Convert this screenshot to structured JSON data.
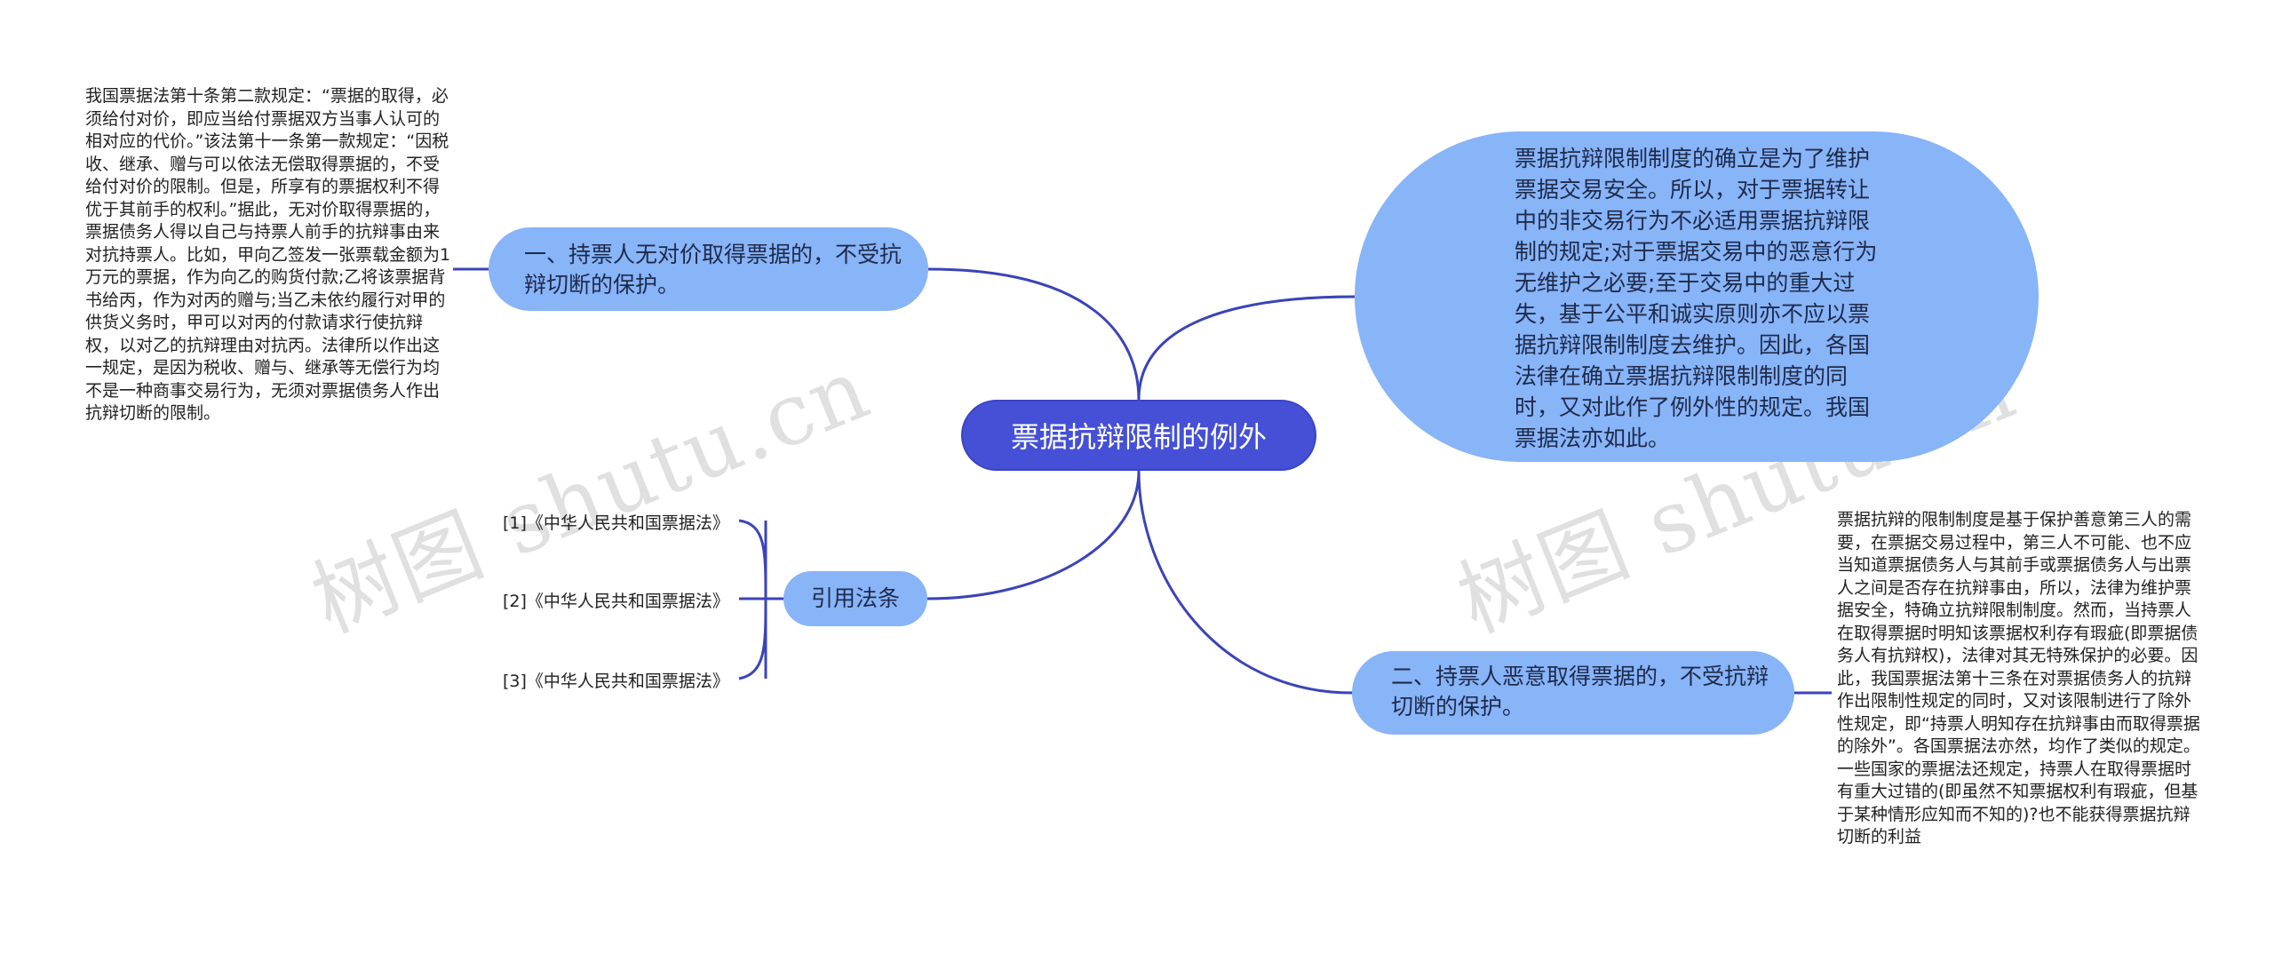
{
  "root": {
    "title": "票据抗辩限制的例外"
  },
  "branches": {
    "b1": {
      "label": "一、持票人无对价取得票据的，不受抗辩切断的保护。"
    },
    "b2": {
      "label": "票据抗辩限制制度的确立是为了维护票据交易安全。所以，对于票据转让中的非交易行为不必适用票据抗辩限制的规定;对于票据交易中的恶意行为无维护之必要;至于交易中的重大过失，基于公平和诚实原则亦不应以票据抗辩限制制度去维护。因此，各国法律在确立票据抗辩限制制度的同时，又对此作了例外性的规定。我国票据法亦如此。"
    },
    "b3": {
      "label": "引用法条"
    },
    "b4": {
      "label": "二、持票人恶意取得票据的，不受抗辩切断的保护。"
    }
  },
  "leaves": {
    "t1": "我国票据法第十条第二款规定：“票据的取得，必须给付对价，即应当给付票据双方当事人认可的相对应的代价。”该法第十一条第一款规定：“因税收、继承、赠与可以依法无偿取得票据的，不受给付对价的限制。但是，所享有的票据权利不得优于其前手的权利。”据此，无对价取得票据的，票据债务人得以自己与持票人前手的抗辩事由来对抗持票人。比如，甲向乙签发一张票载金额为1万元的票据，作为向乙的购货付款;乙将该票据背书给丙，作为对丙的赠与;当乙未依约履行对甲的供货义务时，甲可以对丙的付款请求行使抗辩权，以对乙的抗辩理由对抗丙。法律所以作出这一规定，是因为税收、赠与、继承等无偿行为均不是一种商事交易行为，无须对票据债务人作出抗辩切断的限制。",
    "t2": "票据抗辩的限制制度是基于保护善意第三人的需要，在票据交易过程中，第三人不可能、也不应当知道票据债务人与其前手或票据债务人与出票人之间是否存在抗辩事由，所以，法律为维护票据安全，特确立抗辩限制制度。然而，当持票人在取得票据时明知该票据权利存有瑕疵(即票据债务人有抗辩权)，法律对其无特殊保护的必要。因此，我国票据法第十三条在对票据债务人的抗辩作出限制性规定的同时，又对该限制进行了除外性规定，即“持票人明知存在抗辩事由而取得票据的除外”。各国票据法亦然，均作了类似的规定。一些国家的票据法还规定，持票人在取得票据时有重大过错的(即虽然不知票据权利有瑕疵，但基于某种情形应知而不知的)?也不能获得票据抗辩切断的利益"
  },
  "references": [
    "[1]《中华人民共和国票据法》",
    "[2]《中华人民共和国票据法》",
    "[3]《中华人民共和国票据法》"
  ],
  "watermarks": [
    "树图 shutu.cn",
    "树图 shutu.cn"
  ],
  "colors": {
    "root": "#4550d6",
    "bubble": "#88b4f8",
    "line": "#3a44b8"
  }
}
